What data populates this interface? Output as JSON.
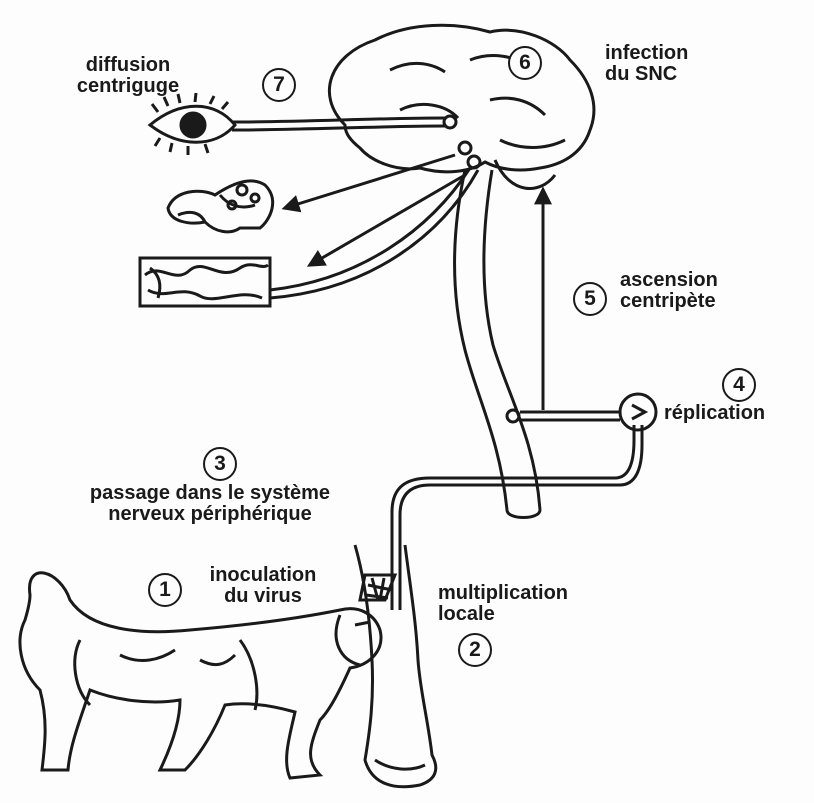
{
  "steps": {
    "s1": {
      "num": "1",
      "line1": "inoculation",
      "line2": "du virus"
    },
    "s2": {
      "num": "2",
      "line1": "multiplication",
      "line2": "locale"
    },
    "s3": {
      "num": "3",
      "line1": "passage dans le système",
      "line2": "nerveux périphérique"
    },
    "s4": {
      "num": "4",
      "line1": "réplication"
    },
    "s5": {
      "num": "5",
      "line1": "ascension",
      "line2": "centripète"
    },
    "s6": {
      "num": "6",
      "line1": "infection",
      "line2": "du SNC"
    },
    "s7": {
      "num": "7",
      "line1": "diffusion",
      "line2": "centriguge"
    }
  },
  "colors": {
    "ink": "#1a1a1a",
    "background": "#fdfdfd"
  },
  "icons": [
    "brain",
    "eye",
    "salivary-gland",
    "skin-tissue",
    "spinal-cord",
    "ganglion-neuron",
    "dog",
    "human-leg",
    "arrow"
  ]
}
